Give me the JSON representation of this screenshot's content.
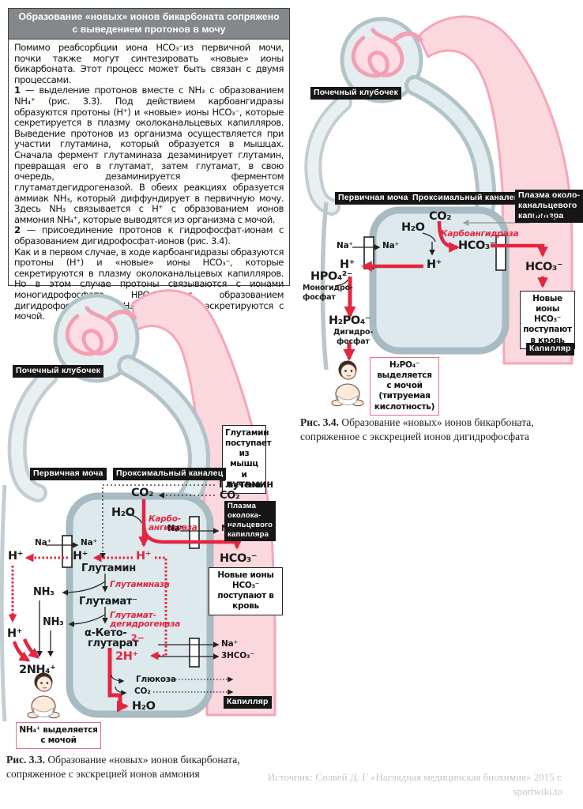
{
  "info_box": {
    "title": "Образование «новых» ионов бикарбоната сопряжено с выведением протонов в мочу",
    "paragraphs": [
      {
        "num": "",
        "text": "Помимо реабсорбции иона HCO₃⁻из первичной мочи, почки также могут синтезировать «новые» ионы бикарбоната. Этот процесс может быть связан с двумя процессами."
      },
      {
        "num": "1",
        "text": " — выделение протонов вместе с NH₃ с образованием NH₄⁺ (рис. 3.3). Под действием карбоангидразы образуются протоны (H⁺) и «новые» ионы HCO₃⁻, которые секретируется в плазму околоканальцевых капилляров. Выведение протонов из организма осуществляется при участии глутамина, который образуется в мышцах. Сначала фермент глутаминаза дезаминирует глутамин, превращая его в глутамат, затем глутамат, в свою очередь, дезаминируется ферментом глутаматдегидрогеназой. В обеих реакциях образуется аммиак NH₃, который диффундирует в первичную мочу. Здесь NH₃ связывается с H⁺ с образованием ионов аммония NH₄⁺, которые выводятся из организма с мочой."
      },
      {
        "num": "2",
        "text": " — присоединение протонов к гидрофосфат-ионам с образованием дигидрофосфат-ионов (рис. 3.4)."
      },
      {
        "num": "",
        "text": "Как и в первом случае, в ходе карбоангидразы образуются протоны (H⁺) и «новые» ионы HCO₃⁻, которые секретируются в плазму околоканальцевых капилляров. Но в этом случае протоны связываются с ионами моногидрофосфата HPO₄²⁻ с образованием дигидрофосфат-ионов H₂PO₄⁻, которые эскретируются с мочой."
      }
    ]
  },
  "fig34": {
    "glomerulus_label": "Почечный клубочек",
    "primary_urine_label": "Первичная моча",
    "proximal_label": "Проксимальный каналец",
    "plasma_box": [
      "Плазма около-",
      "канальцевого",
      "капилляра"
    ],
    "co2_tubule": "CO₂",
    "co2_plasma": "CO₂",
    "h2o": "H₂O",
    "enzyme": "Карбоангидраза",
    "hco3_tubule": "HCO₃⁻",
    "hco3_plasma": "HCO₃⁻",
    "h_tubule": "H⁺",
    "h_urine": "H⁺",
    "na_left": "Na⁺",
    "na_right": "Na⁺",
    "hpo4": "HPO₄²⁻",
    "mono_label": [
      "Моногидро-",
      "фосфат"
    ],
    "h2po4": "H₂PO₄⁻",
    "di_label": [
      "Дигидро-",
      "фосфат"
    ],
    "new_ions_box": [
      "Новые ионы",
      "HCO₃⁻",
      "поступают",
      "в кровь"
    ],
    "capillary_label": "Капилляр",
    "excretion_box": [
      "H₂PO₄⁻",
      "выделяется",
      "с мочой",
      "(титруемая",
      "кислотность)"
    ],
    "caption_num": "Рис. 3.4.",
    "caption": " Образование «новых» ионов бикарбоната, сопряженное с экскрецией ионов дигидрофосфата"
  },
  "fig33": {
    "glomerulus_label": "Почечный клубочек",
    "supply_box": [
      "Глутамин",
      "поступает",
      "из мышц",
      "и печени"
    ],
    "primary_urine_label": "Первичная моча",
    "proximal_label": "Проксимальный каналец",
    "plasma_box": [
      "Плазма",
      "околока-",
      "нальцевого",
      "капилляра"
    ],
    "glutamine_plasma": "Глутамин",
    "co2_plasma": "CO₂",
    "co2_tubule": "CO₂",
    "h2o": "H₂O",
    "enzyme": [
      "Карбо-",
      "ангидраза"
    ],
    "na_left_top": "Na⁺",
    "na_right_top": "Na⁺",
    "na_left_mid": "Na⁺",
    "na_right_mid": "Na⁺",
    "h_red": "H⁺",
    "h_mid": "H⁺",
    "h_urine": "H⁺",
    "h_low": "H⁺",
    "hco3_plasma": "HCO₃⁻",
    "glutamine_tubule": "Глутамин",
    "glutaminase": "Глутаминаза",
    "glutamate": "Глутамат⁻",
    "gdh": [
      "Глутамат-",
      "дегидрогеназа"
    ],
    "nh3_1": "NH₃",
    "nh3_2": "NH₃",
    "aketo": [
      "α-Кето-",
      "глутарат"
    ],
    "aketo_charge": "2−",
    "two_h": "2H⁺",
    "two_nh4": "2NH₄⁺",
    "glucose": "Глюкоза",
    "co2_met": "CO₂",
    "h2o_met": "H₂O",
    "na_out": "Na⁺",
    "hco3_out": "3HCO₃⁻",
    "new_ions_box": [
      "Новые ионы HCO₃⁻",
      "поступают в кровь"
    ],
    "capillary_label": "Капилляр",
    "excretion_box": [
      "NH₄⁺ выделяется",
      "с мочой"
    ],
    "caption_num": "Рис. 3.3.",
    "caption": " Образование «новых» ионов бикарбоната, сопряженное с экскрецией ионов аммония"
  },
  "footer": {
    "source": "Источник: Солвей Д. Г «Наглядная медицинская биохимия» 2015 г.",
    "site": "sportwiki.to"
  },
  "colors": {
    "arrow_red": "#e32540",
    "capillary_pink_fill": "#fbd7de",
    "capillary_pink_stroke": "#f5a6b8",
    "tubule_fill": "#dde9ec",
    "tubule_stroke": "#a8bac2",
    "label_bg": "#161616",
    "title_bar_bg": "#85888b"
  }
}
